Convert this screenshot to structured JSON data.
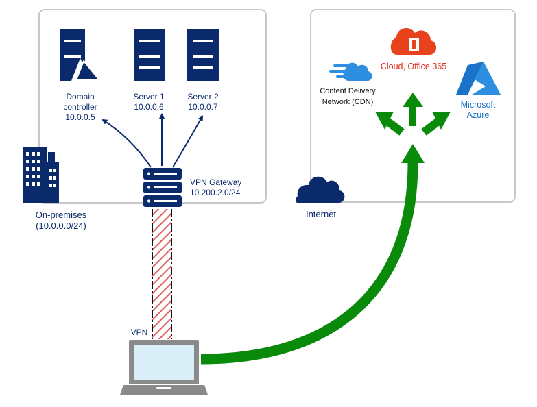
{
  "colors": {
    "navy": "#0b2a6b",
    "green": "#0a8a0a",
    "office_red": "#e8421c",
    "azure_blue": "#1a73c8",
    "cdn_blue": "#2e8fe0",
    "box_border": "#c8c8c8",
    "laptop_gray": "#8a8a8a",
    "laptop_screen": "#d9eef6",
    "vpn_hatch": "#e06060"
  },
  "on_premises": {
    "domain_controller": {
      "line1": "Domain",
      "line2": "controller",
      "ip": "10.0.0.5",
      "icon": "server-icon-with-triangle"
    },
    "server1": {
      "name": "Server 1",
      "ip": "10.0.0.6",
      "icon": "server-icon"
    },
    "server2": {
      "name": "Server 2",
      "ip": "10.0.0.7",
      "icon": "server-icon"
    },
    "vpn_gateway": {
      "name": "VPN Gateway",
      "ip": "10.200.2.0/24",
      "icon": "gateway-icon"
    },
    "site": {
      "name": "On-premises",
      "range": "(10.0.0.0/24)",
      "icon": "buildings-icon"
    }
  },
  "internet": {
    "label": "Internet",
    "cdn": {
      "line1": "Content Delivery",
      "line2": "Network (CDN)",
      "icon": "cdn-cloud-icon"
    },
    "office": {
      "label": "Cloud, Office 365",
      "icon": "office365-cloud-icon"
    },
    "azure": {
      "line1": "Microsoft",
      "line2": "Azure",
      "icon": "azure-icon"
    },
    "cloud_icon": "internet-cloud-icon"
  },
  "client": {
    "vpn_label": "VPN",
    "icon": "laptop-icon"
  }
}
